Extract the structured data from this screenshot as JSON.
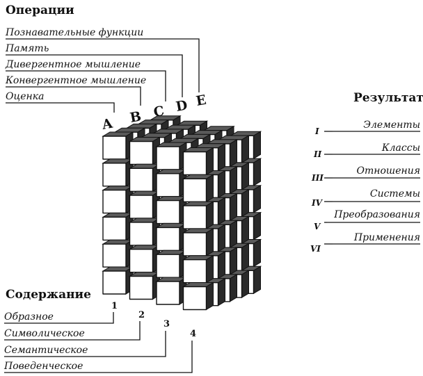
{
  "operations": {
    "title": "Операции",
    "items": [
      {
        "label": "Познавательные функции",
        "letter": "E"
      },
      {
        "label": "Память",
        "letter": "D"
      },
      {
        "label": "Дивергентное мышление",
        "letter": "C"
      },
      {
        "label": "Конвергентное мышление",
        "letter": "B"
      },
      {
        "label": "Оценка",
        "letter": "A"
      }
    ]
  },
  "results": {
    "title": "Результат",
    "items": [
      {
        "numeral": "I",
        "label": "Элементы"
      },
      {
        "numeral": "II",
        "label": "Классы"
      },
      {
        "numeral": "III",
        "label": "Отношения"
      },
      {
        "numeral": "IV",
        "label": "Системы"
      },
      {
        "numeral": "V",
        "label": "Преобразования"
      },
      {
        "numeral": "VI",
        "label": "Применения"
      }
    ]
  },
  "content": {
    "title": "Содержание",
    "items": [
      {
        "number": "1",
        "label": "Образное"
      },
      {
        "number": "2",
        "label": "Символическое"
      },
      {
        "number": "3",
        "label": "Семантическое"
      },
      {
        "number": "4",
        "label": "Поведенческое"
      }
    ]
  },
  "colors": {
    "line": "#111111",
    "cube_face": "#ffffff",
    "cube_side": "#2a2a2a",
    "cube_top": "#5a5a5a"
  }
}
